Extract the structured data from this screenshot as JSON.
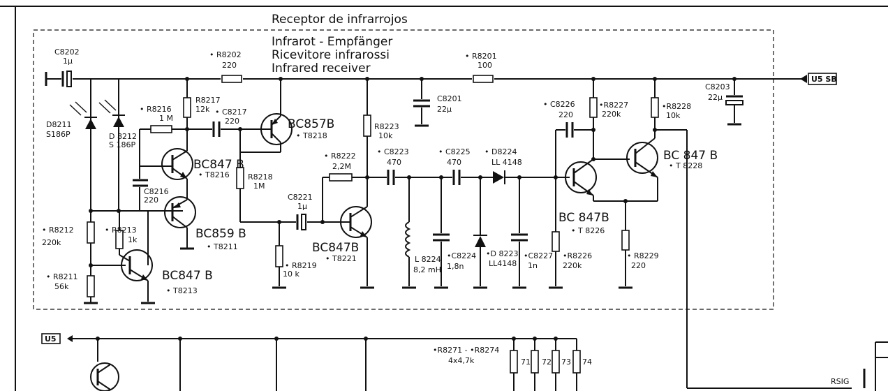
{
  "titles": {
    "es": "Receptor de infrarrojos",
    "de": "Infrarot - Empfänger",
    "it": "Ricevitore infrarossi",
    "en": "Infrared receiver"
  },
  "ports": {
    "u5sb": "U5 SB",
    "u5": "U5",
    "rsig": "RSIG"
  },
  "capacitors": {
    "c8202": [
      "C8202",
      "1μ"
    ],
    "c8217": [
      "• C8217",
      "220"
    ],
    "c8216": [
      "C8216",
      "220"
    ],
    "c8201": [
      "C8201",
      "22μ"
    ],
    "c8226": [
      "• C8226",
      "220"
    ],
    "c8203": [
      "C8203",
      "22μ"
    ],
    "c8223": [
      "• C8223",
      "470"
    ],
    "c8225": [
      "• C8225",
      "470"
    ],
    "c8221": [
      "C8221",
      "1μ"
    ],
    "c8224": [
      "•C8224",
      "1,8n"
    ],
    "c8227": [
      "•C8227",
      "1n"
    ]
  },
  "resistors": {
    "r8202": [
      "• R8202",
      "220"
    ],
    "r8201": [
      "• R8201",
      "100"
    ],
    "r8217": [
      "R8217",
      "12k"
    ],
    "r8216": [
      "• R8216",
      "1 M"
    ],
    "r8223": [
      "R8223",
      "10k"
    ],
    "r8222": [
      "• R8222",
      "2,2M"
    ],
    "r8218": [
      "R8218",
      "1M"
    ],
    "r8227": [
      "•R8227",
      "220k"
    ],
    "r8228": [
      "•R8228",
      "10k"
    ],
    "r8212": [
      "• R8212",
      "220k"
    ],
    "r8213": [
      "• R8213",
      "1k"
    ],
    "r8211": [
      "• R8211",
      "56k"
    ],
    "r8219": [
      "• R8219",
      "10 k"
    ],
    "r8226": [
      "•R8226",
      "220k"
    ],
    "r8229": [
      "• R8229",
      "220"
    ],
    "r8271": [
      "•R8271 - •R8274",
      "4x4,7k"
    ],
    "bank_71": "71",
    "bank_72": "72",
    "bank_73": "73",
    "bank_74": "74"
  },
  "diodes": {
    "d8211": [
      "D8211",
      "S186P"
    ],
    "d8212": [
      "D 8212",
      "S 186P"
    ],
    "d8224": [
      "• D8224",
      "LL 4148"
    ],
    "d8223": [
      "•D 8223",
      "LL4148"
    ]
  },
  "inductor": {
    "l8224": [
      "L 8224",
      "8,2 mH"
    ]
  },
  "transistors": {
    "t8218": [
      "BC857B",
      "• T8218"
    ],
    "t8216": [
      "BC847 B",
      "• T8216"
    ],
    "t8211": [
      "BC859 B",
      "• T8211"
    ],
    "t8213": [
      "BC847 B",
      "• T8213"
    ],
    "t8221": [
      "BC847B",
      "• T8221"
    ],
    "t8226": [
      "BC 847B",
      "• T 8226"
    ],
    "t8228": [
      "BC 847 B",
      "• T 8228"
    ]
  }
}
